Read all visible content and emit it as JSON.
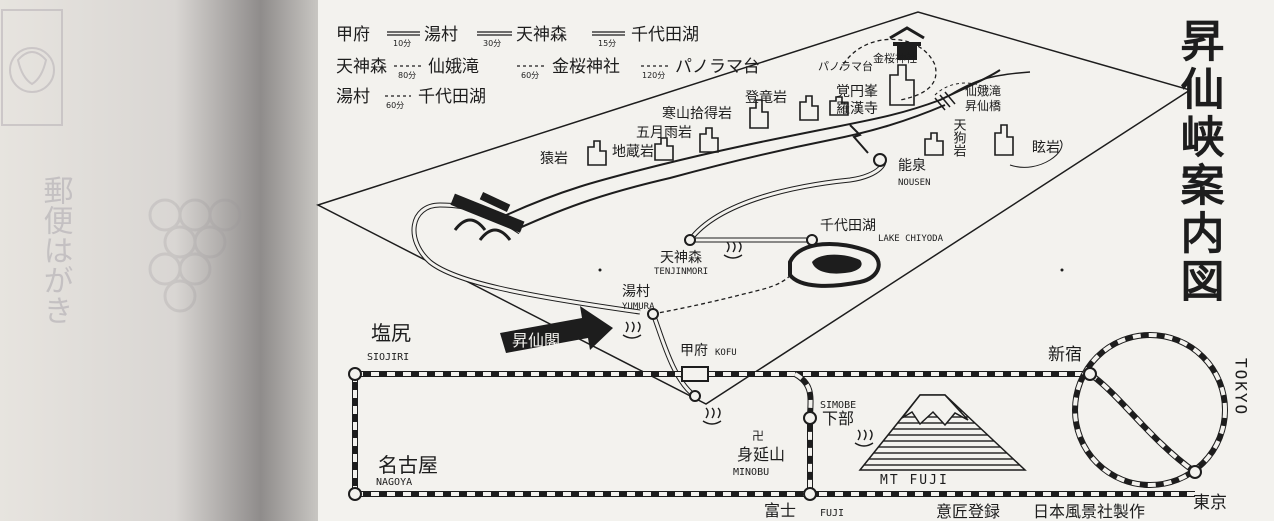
{
  "title": "昇仙峡案内図",
  "left_page": {
    "postcard_label": "郵便はがき"
  },
  "routes": [
    {
      "from": "甲府",
      "to": "湯村",
      "time": "10分"
    },
    {
      "from": "湯村",
      "to": "天神森",
      "time": "30分"
    },
    {
      "from": "天神森",
      "to": "千代田湖",
      "time": "15分"
    },
    {
      "from": "天神森",
      "to": "仙娥滝",
      "time": "80分"
    },
    {
      "from": "仙娥滝",
      "to": "金桜神社",
      "time": "60分"
    },
    {
      "from": "金桜神社",
      "to": "パノラマ台",
      "time": "120分"
    },
    {
      "from": "湯村",
      "to": "千代田湖",
      "time": "60分"
    }
  ],
  "rocks": {
    "saru": "猿岩",
    "jizo": "地蔵岩",
    "gogatsu": "五月雨岩",
    "kanzan": "寒山拾得岩",
    "toryu": "登竜岩",
    "kakuen1": "覚円峯",
    "kakuen2": "羅漢寺",
    "tengu": "天狗岩",
    "gen": "眩岩"
  },
  "places": {
    "panorama": "パノラマ台",
    "kinpu": "金桜神社",
    "senga": "仙娥滝",
    "shosenkyo_bridge": "昇仙橋",
    "nousen": "能泉",
    "nousen_en": "NOUSEN",
    "chiyoda": "千代田湖",
    "chiyoda_en": "LAKE CHIYODA",
    "tenjin": "天神森",
    "tenjin_en": "TENJINMORI",
    "yumura": "湯村",
    "yumura_en": "YUMURA",
    "kofu": "甲府",
    "kofu_en": "KOFU",
    "shosenkaku": "昇仙閣"
  },
  "stations": {
    "shiojiri": "塩尻",
    "shiojiri_en": "SIOJIRI",
    "nagoya": "名古屋",
    "nagoya_en": "NAGOYA",
    "shinjuku": "新宿",
    "tokyo": "東京",
    "tokyo_vertical": "TOKYO",
    "simobe": "下部",
    "simobe_en": "SIMOBE",
    "minobu": "身延山",
    "minobu_en": "MINOBU",
    "fuji": "富士",
    "fuji_en": "FUJI",
    "mtfuji": "MT FUJI"
  },
  "footer": {
    "registered": "意匠登録",
    "publisher": "日本風景社製作"
  },
  "colors": {
    "paper": "#f3f2ee",
    "ink": "#1d1d1d",
    "shadow": "#8e8b8a"
  }
}
